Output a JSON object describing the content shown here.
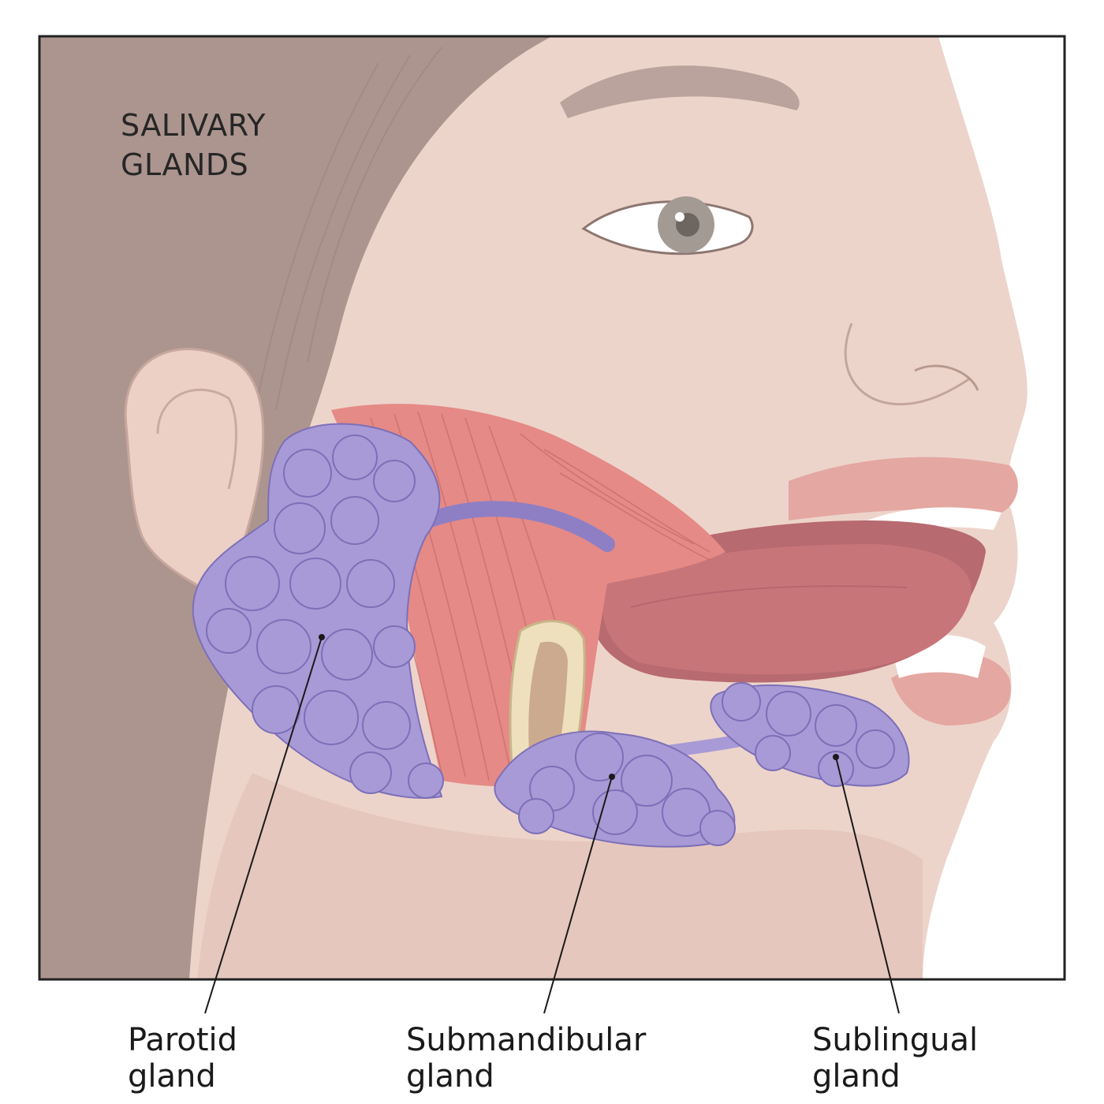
{
  "title": {
    "line1": "SALIVARY",
    "line2": "GLANDS"
  },
  "labels": {
    "parotid": {
      "line1": "Parotid",
      "line2": "gland"
    },
    "submandibular": {
      "line1": "Submandibular",
      "line2": "gland"
    },
    "sublingual": {
      "line1": "Sublingual",
      "line2": "gland"
    }
  },
  "colors": {
    "background": "#b89f9a",
    "skin": "#edd4cb",
    "hair": "#b09994",
    "gland": "#a89ad6",
    "muscle": "#e58a86",
    "tongue": "#c8757a",
    "bone": "#eee0bd",
    "frame": "#222222"
  }
}
